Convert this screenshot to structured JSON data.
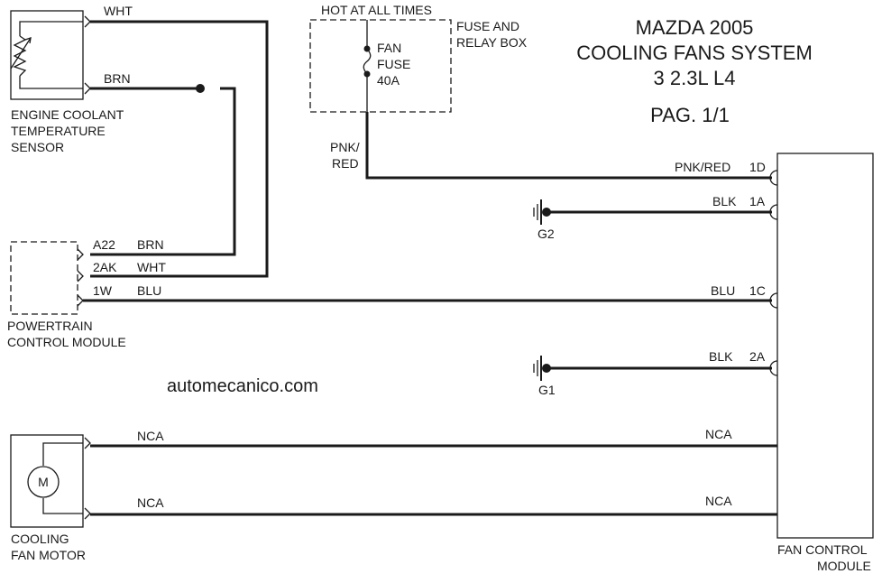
{
  "title": {
    "line1": "MAZDA 2005",
    "line2": "COOLING FANS SYSTEM",
    "line3": "3 2.3L L4",
    "page": "PAG. 1/1"
  },
  "watermark": "automecanico.com",
  "components": {
    "ect_sensor": [
      "ENGINE COOLANT",
      "TEMPERATURE",
      "SENSOR"
    ],
    "fuse_box": [
      "FUSE AND",
      "RELAY BOX"
    ],
    "fuse_box_header": "HOT AT ALL TIMES",
    "fuse": [
      "FAN",
      "FUSE",
      "40A"
    ],
    "pcm": [
      "POWERTRAIN",
      "CONTROL MODULE"
    ],
    "fan_motor": [
      "COOLING",
      "FAN MOTOR"
    ],
    "motor_symbol": "M",
    "fan_control_module": [
      "FAN CONTROL",
      "MODULE"
    ]
  },
  "wires": {
    "ect_wht": "WHT",
    "ect_brn": "BRN",
    "pcm_a22_pin": "A22",
    "pcm_a22_color": "BRN",
    "pcm_2ak_pin": "2AK",
    "pcm_2ak_color": "WHT",
    "pcm_1w_pin": "1W",
    "pcm_1w_color": "BLU",
    "fuse_out": [
      "PNK/",
      "RED"
    ],
    "fcm_1d_color": "PNK/RED",
    "fcm_1d_pin": "1D",
    "fcm_1a_color": "BLK",
    "fcm_1a_pin": "1A",
    "fcm_1c_color": "BLU",
    "fcm_1c_pin": "1C",
    "fcm_2a_color": "BLK",
    "fcm_2a_pin": "2A",
    "motor_top_left": "NCA",
    "motor_top_right": "NCA",
    "motor_bottom_left": "NCA",
    "motor_bottom_right": "NCA"
  },
  "grounds": {
    "g2": "G2",
    "g1": "G1"
  }
}
